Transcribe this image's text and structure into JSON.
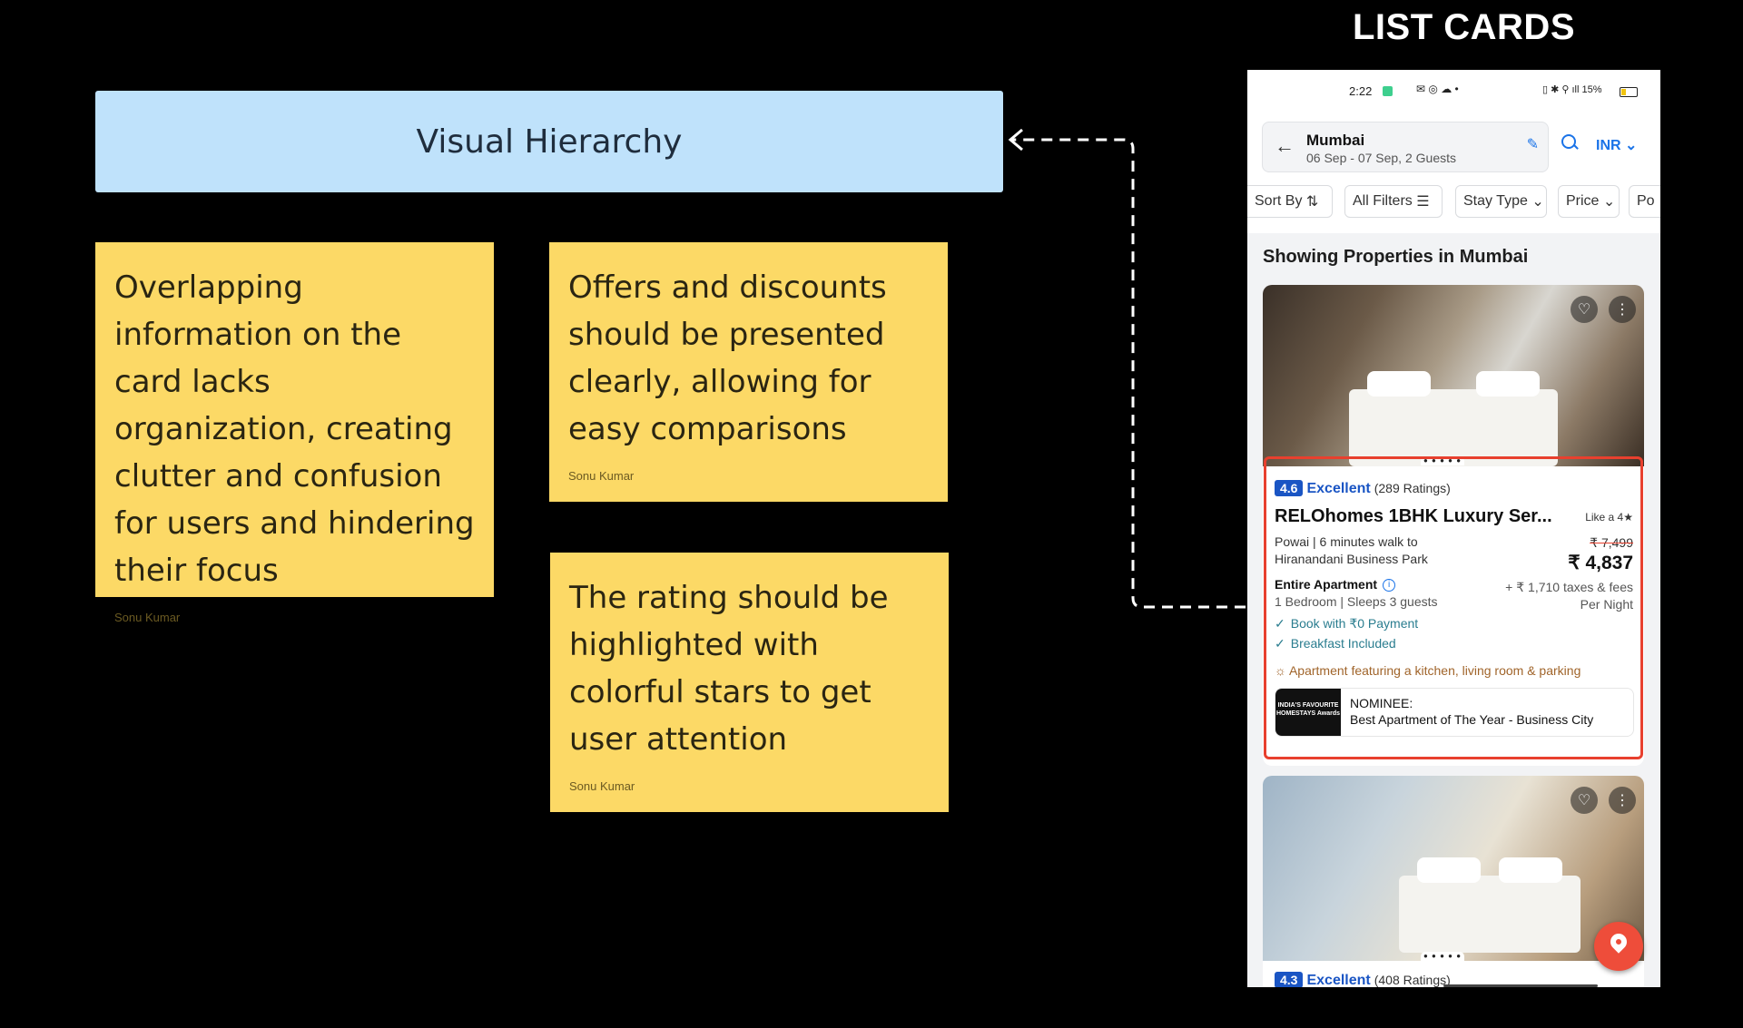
{
  "canvas": {
    "header": {
      "title": "Visual Hierarchy"
    },
    "notes": [
      {
        "text": "Overlapping information on the card lacks organization, creating clutter and confusion for users and hindering their focus",
        "author": "Sonu Kumar"
      },
      {
        "text": "Offers and discounts should be presented clearly, allowing for easy comparisons",
        "author": "Sonu Kumar"
      },
      {
        "text": "The rating should be highlighted with colorful stars to get user attention",
        "author": "Sonu Kumar"
      }
    ],
    "section_title": "LIST CARDS"
  },
  "phone": {
    "status": {
      "time": "2:22",
      "battery": "15%"
    },
    "search": {
      "city": "Mumbai",
      "dates": "06 Sep - 07 Sep, 2 Guests",
      "currency": "INR"
    },
    "chips": [
      "Sort By",
      "All Filters",
      "Stay Type",
      "Price",
      "Po"
    ],
    "heading": "Showing Properties in Mumbai",
    "cards": [
      {
        "rating": "4.6",
        "rating_word": "Excellent",
        "rating_count": "(289 Ratings)",
        "name": "RELOhomes 1BHK Luxury Ser...",
        "like_tag": "Like a 4★",
        "location": "Powai | 6 minutes walk to Hiranandani Business Park",
        "old_price": "₹ 7,499",
        "price": "₹ 4,837",
        "type": "Entire Apartment",
        "beds": "1 Bedroom | Sleeps 3 guests",
        "taxes": "+ ₹ 1,710 taxes & fees",
        "per": "Per Night",
        "perks": [
          "Book with ₹0 Payment",
          "Breakfast Included"
        ],
        "feature": "Apartment featuring a kitchen, living room & parking",
        "award_logo": "INDIA'S FAVOURITE HOMESTAYS Awards",
        "award_line1": "NOMINEE:",
        "award_line2": "Best Apartment of The Year - Business City"
      },
      {
        "rating": "4.3",
        "rating_word": "Excellent",
        "rating_count": "(408 Ratings)"
      }
    ]
  }
}
